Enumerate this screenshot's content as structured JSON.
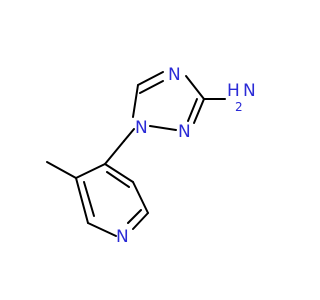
{
  "molecule": {
    "atoms": {
      "n_triazole_top": "N",
      "n_triazole_1": "N",
      "n_triazole_2": "N",
      "amine_h": "H",
      "amine_n": "N",
      "amine_sub": "2",
      "n_pyridine": "N"
    },
    "colors": {
      "bond": "#000000",
      "heteroatom": "#2b2bd6",
      "background": "#ffffff"
    }
  }
}
